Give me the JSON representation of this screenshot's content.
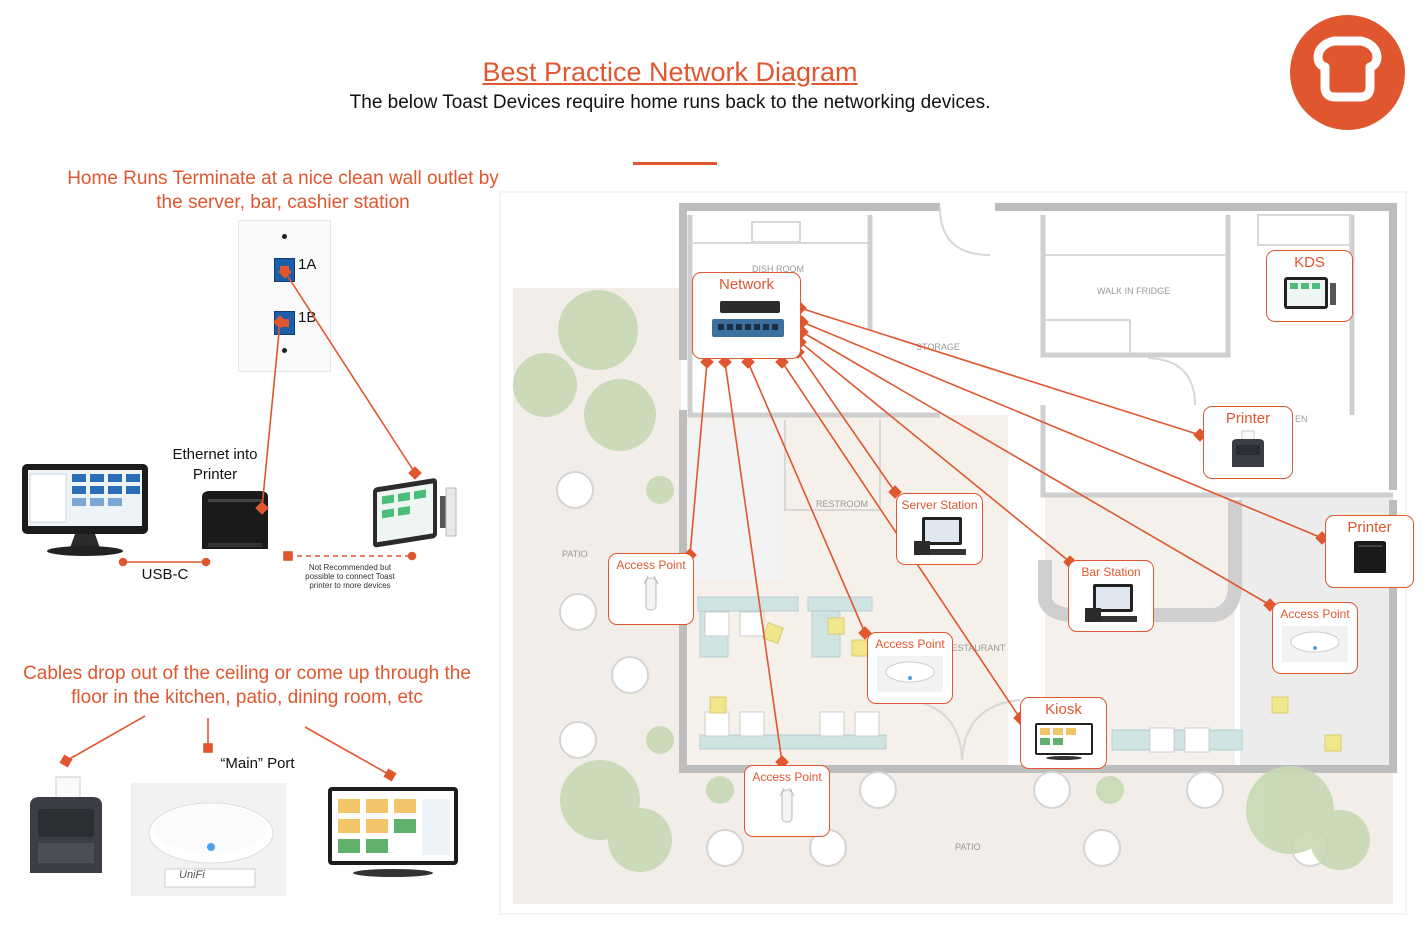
{
  "header": {
    "title": "Best Practice Network Diagram",
    "subtitle": "The below Toast Devices require home runs back to the networking devices."
  },
  "left_panel": {
    "note_top": "Home Runs Terminate at a nice clean wall outlet by the server, bar, cashier station",
    "port_1a": "1A",
    "port_1b": "1B",
    "ethernet_label": "Ethernet into Printer",
    "usb_label": "USB-C",
    "not_recommended": "Not Recommended but possible to connect Toast printer to more devices",
    "note_bottom": "Cables drop out of the ceiling or come up through the floor in the kitchen, patio, dining room, etc",
    "main_port_label": "“Main” Port",
    "unifi_logo": "UniFi"
  },
  "floor_plan": {
    "rooms": {
      "dish_room": "DISH ROOM",
      "walk_in": "WALK IN FRIDGE",
      "storage": "STORAGE",
      "restroom": "RESTROOM",
      "restaurant": "RESTAURANT",
      "patio_left": "PATIO",
      "patio_bottom": "PATIO",
      "kitchen": "EN"
    },
    "devices": {
      "network": "Network",
      "kds": "KDS",
      "printer_kitchen": "Printer",
      "printer_right": "Printer",
      "server_station": "Server Station",
      "bar_station": "Bar Station",
      "ap_left": "Access Point",
      "ap_center": "Access Point",
      "ap_right": "Access Point",
      "ap_bottom": "Access Point",
      "kiosk": "Kiosk"
    }
  },
  "colors": {
    "accent": "#e0572f",
    "plan_wall": "#b8b8b8",
    "tree": "#c7d9b4"
  },
  "icons": [
    "toast-logo-icon",
    "network-switch-icon",
    "pos-terminal-icon",
    "receipt-printer-icon",
    "access-point-icon",
    "kds-tablet-icon",
    "kiosk-icon",
    "ethernet-port-icon"
  ]
}
